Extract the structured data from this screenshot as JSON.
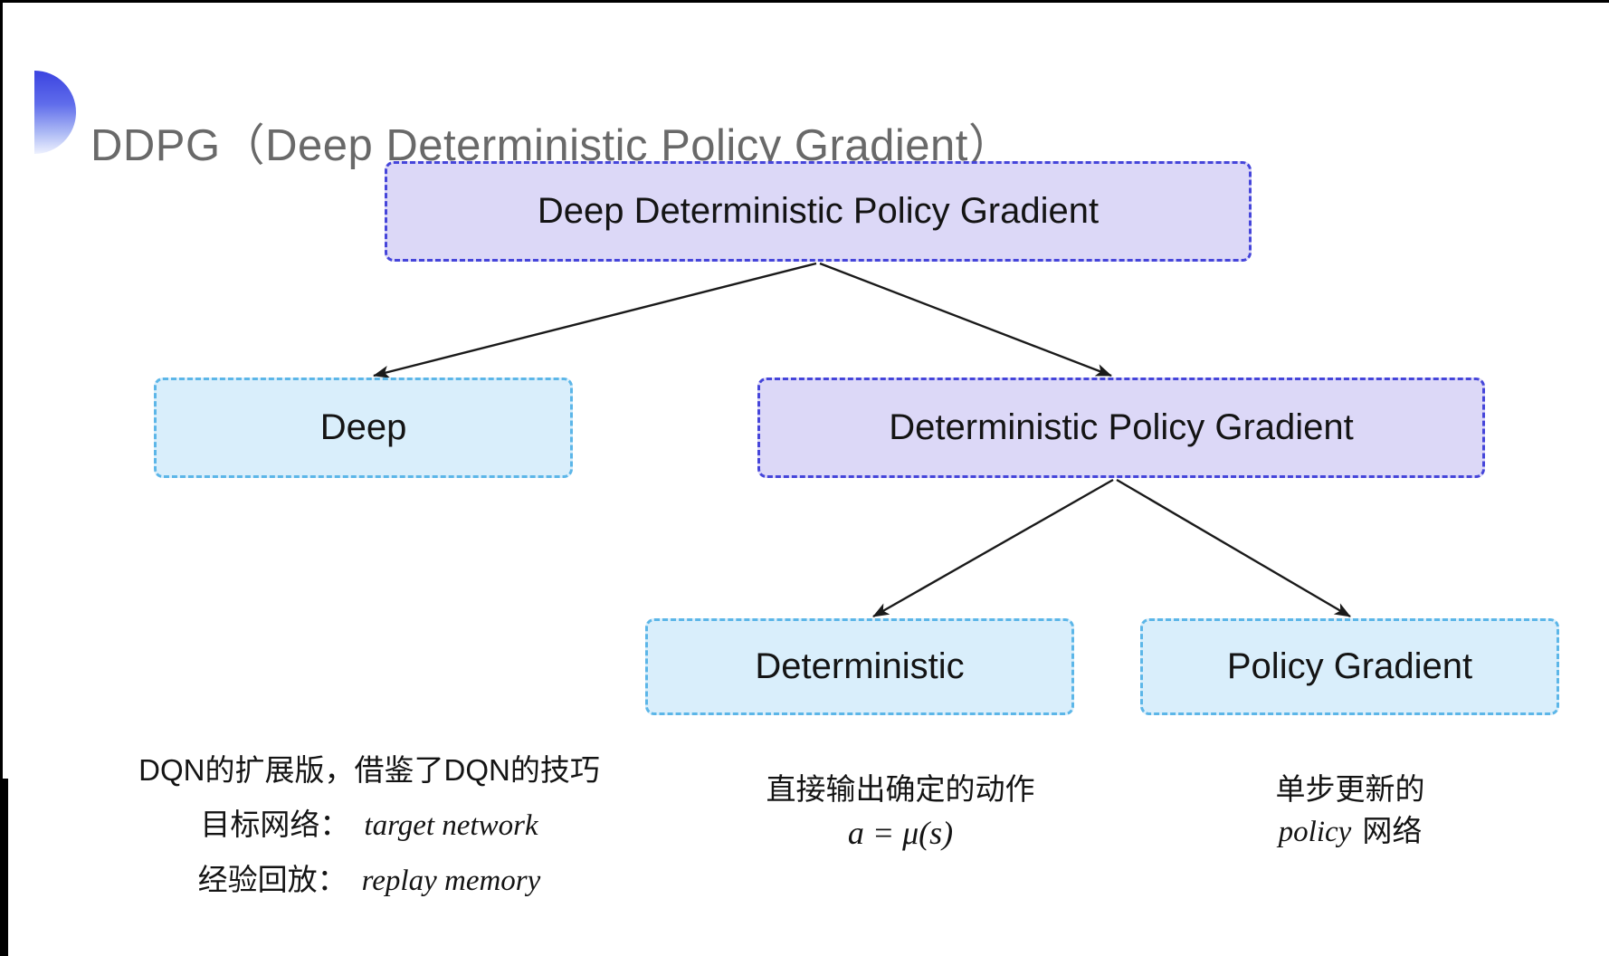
{
  "header": {
    "title": "DDPG（Deep Deterministic Policy Gradient）"
  },
  "tree": {
    "root": {
      "label": "Deep Deterministic Policy Gradient"
    },
    "children": [
      {
        "label": "Deep"
      },
      {
        "label": "Deterministic Policy Gradient"
      }
    ],
    "grandchildren": [
      {
        "label": "Deterministic"
      },
      {
        "label": "Policy Gradient"
      }
    ]
  },
  "notes": {
    "deep": {
      "line1": "DQN的扩展版，借鉴了DQN的技巧",
      "target_label": "目标网络：",
      "target_value": "target network",
      "replay_label": "经验回放：",
      "replay_value": "replay memory"
    },
    "deterministic": {
      "line1": "直接输出确定的动作",
      "formula": "a = μ(s)"
    },
    "policy_gradient": {
      "line1": "单步更新的",
      "line2_italic": "policy",
      "line2_rest": "网络"
    }
  },
  "colors": {
    "purple_fill": "#dcd8f7",
    "purple_border": "#4545da",
    "cyan_fill": "#d9eefb",
    "cyan_border": "#5cb6e8",
    "title_gray": "#696969",
    "accent_blue_top": "#3b43e0",
    "accent_blue_bottom": "#eef1fe",
    "arrow_black": "#1a1a1a"
  }
}
